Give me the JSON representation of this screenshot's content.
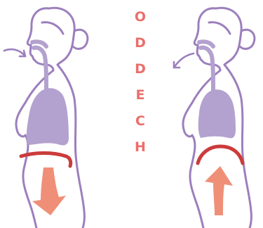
{
  "label": {
    "letters": [
      "O",
      "D",
      "D",
      "E",
      "C",
      "H"
    ]
  },
  "colors": {
    "outline": "#9c7fbd",
    "lungs": "#b3a1cf",
    "diaphragm": "#cc3b3b",
    "arrow": "#f08f78",
    "text": "#ea6f6c"
  },
  "figures": [
    {
      "phase": "inhale",
      "air_direction": "in",
      "diaphragm_motion": "down"
    },
    {
      "phase": "exhale",
      "air_direction": "out",
      "diaphragm_motion": "up"
    }
  ]
}
